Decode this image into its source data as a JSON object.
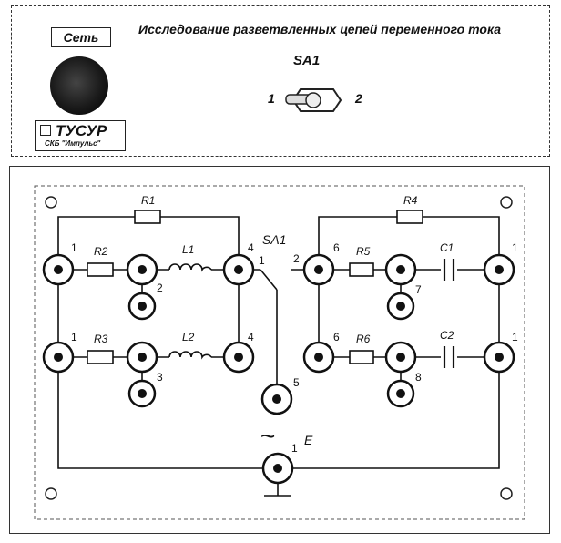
{
  "top_panel": {
    "power_label": "Сеть",
    "title": "Исследование разветвленных цепей переменного тока",
    "switch_label": "SA1",
    "switch_pos_left": "1",
    "switch_pos_right": "2",
    "brand_name": "ТУСУР",
    "brand_sub": "СКБ \"Импульс\""
  },
  "circuit": {
    "components": {
      "r1": "R1",
      "r2": "R2",
      "r3": "R3",
      "r4": "R4",
      "r5": "R5",
      "r6": "R6",
      "l1": "L1",
      "l2": "L2",
      "c1": "C1",
      "c2": "C2",
      "switch": "SA1",
      "source": "E",
      "source_symbol": "~"
    },
    "nodes": {
      "left_top": "1",
      "left_bottom": "1",
      "mid_top": "2",
      "mid_bottom": "3",
      "right_top": "4",
      "right_bottom": "4",
      "sw_left": "1",
      "sw_right": "2",
      "switch_bottom": "5",
      "r_left_top": "6",
      "r_left_bottom": "6",
      "r_mid_top": "7",
      "r_mid_bottom": "8",
      "r_right_top": "1",
      "r_right_bottom": "1",
      "source_node": "1"
    }
  }
}
